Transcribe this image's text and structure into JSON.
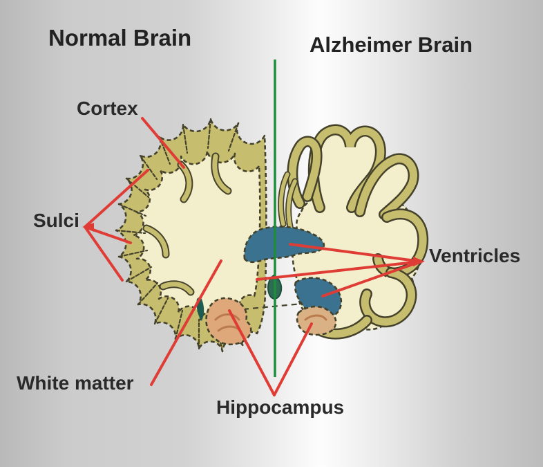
{
  "diagram": {
    "title_left": "Normal Brain",
    "title_right": "Alzheimer Brain",
    "labels": {
      "cortex": "Cortex",
      "sulci": "Sulci",
      "ventricles": "Ventricles",
      "white_matter": "White matter",
      "hippocampus": "Hippocampus"
    },
    "regions": [
      {
        "name": "cortex-gyri",
        "color": "#c6bd6e"
      },
      {
        "name": "white-matter",
        "color": "#f3eecb"
      },
      {
        "name": "ventricles",
        "color": "#3a7290"
      },
      {
        "name": "midbrain-structure",
        "color": "#2d6b52"
      },
      {
        "name": "hippocampus",
        "color": "#dfa87a"
      }
    ]
  },
  "colors": {
    "cortex_fill": "#c6bd6e",
    "white_matter_fill": "#f3eecb",
    "ventricle_fill": "#3a7290",
    "midbrain_fill": "#2d6b52",
    "crescent_fill": "#1d5c4e",
    "hippocampus_left_fill": "#dfa87a",
    "hippocampus_right_fill": "#d9b184",
    "outline": "#45422c",
    "annotation_red": "#e03c36",
    "midline_green": "#1e8c3c",
    "text": "#2a2a2a"
  }
}
